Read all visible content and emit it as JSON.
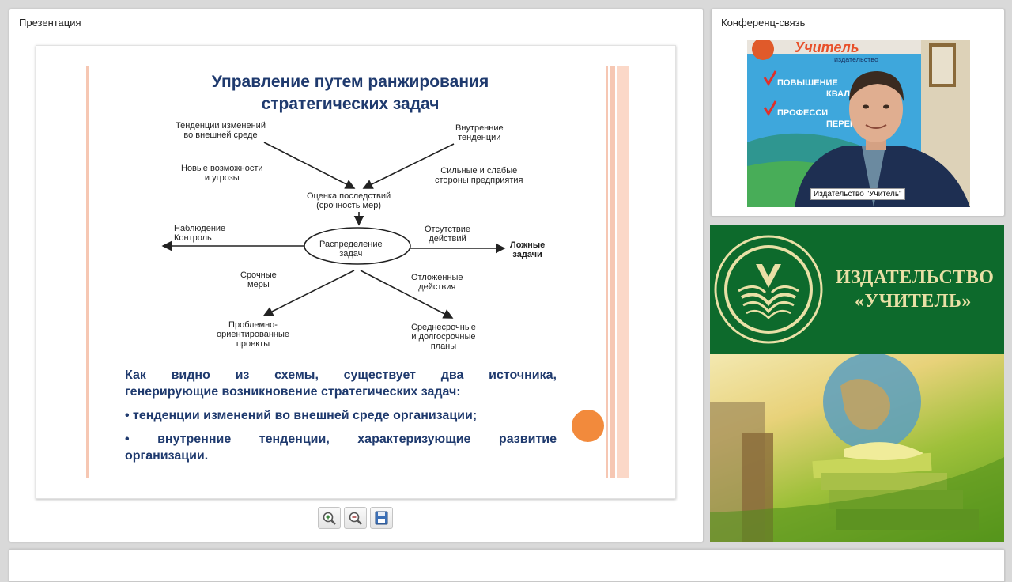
{
  "presentation": {
    "panel_title": "Презентация",
    "slide": {
      "title_line1": "Управление путем ранжирования",
      "title_line2": "стратегических задач",
      "diagram": {
        "top_left": [
          "Тенденции изменений",
          "во внешней среде"
        ],
        "top_right": [
          "Внутренние",
          "тенденции"
        ],
        "left_mid": [
          "Новые возможности",
          "и угрозы"
        ],
        "right_mid": [
          "Сильные и слабые",
          "стороны предприятия"
        ],
        "center_top": [
          "Оценка последствий",
          "(срочность мер)"
        ],
        "center": [
          "Распределение",
          "задач"
        ],
        "left": [
          "Наблюдение",
          "Контроль"
        ],
        "right_upper": [
          "Отсутствие",
          "действий"
        ],
        "right": [
          "Ложные",
          "задачи"
        ],
        "lower_left_label": [
          "Срочные",
          "меры"
        ],
        "lower_right_label": [
          "Отложенные",
          "действия"
        ],
        "bottom_left": [
          "Проблемно-",
          "ориентированные",
          "проекты"
        ],
        "bottom_right": [
          "Среднесрочные",
          "и долгосрочные",
          "планы"
        ]
      },
      "paragraph_line1": "Как видно из схемы, существует два источника,",
      "paragraph_line2": "генерирующие возникновение стратегических задач:",
      "bullet1": "• тенденции изменений во внешней среде организации;",
      "bullet2_line1": "• внутренние тенденции, характеризующие развитие",
      "bullet2_line2": "организации."
    },
    "toolbar": {
      "zoom_in": "zoom-in-icon",
      "zoom_out": "zoom-out-icon",
      "save": "save-icon"
    }
  },
  "conference": {
    "panel_title": "Конференц-связь",
    "video_caption": "Издательство \"Учитель\"",
    "backdrop_texts": [
      "Учитель",
      "издательство",
      "ПОВЫШЕНИЕ",
      "КВАЛИФ",
      "ПРОФЕССИ",
      "ПЕРЕПО"
    ]
  },
  "banner": {
    "line1": "ИЗДАТЕЛЬСТВО",
    "line2": "«УЧИТЕЛЬ»"
  },
  "colors": {
    "slide_title": "#1f3a6e",
    "accent_orange": "#f28a3c",
    "banner_green": "#0d6a2c",
    "banner_text": "#e9e0a6"
  }
}
